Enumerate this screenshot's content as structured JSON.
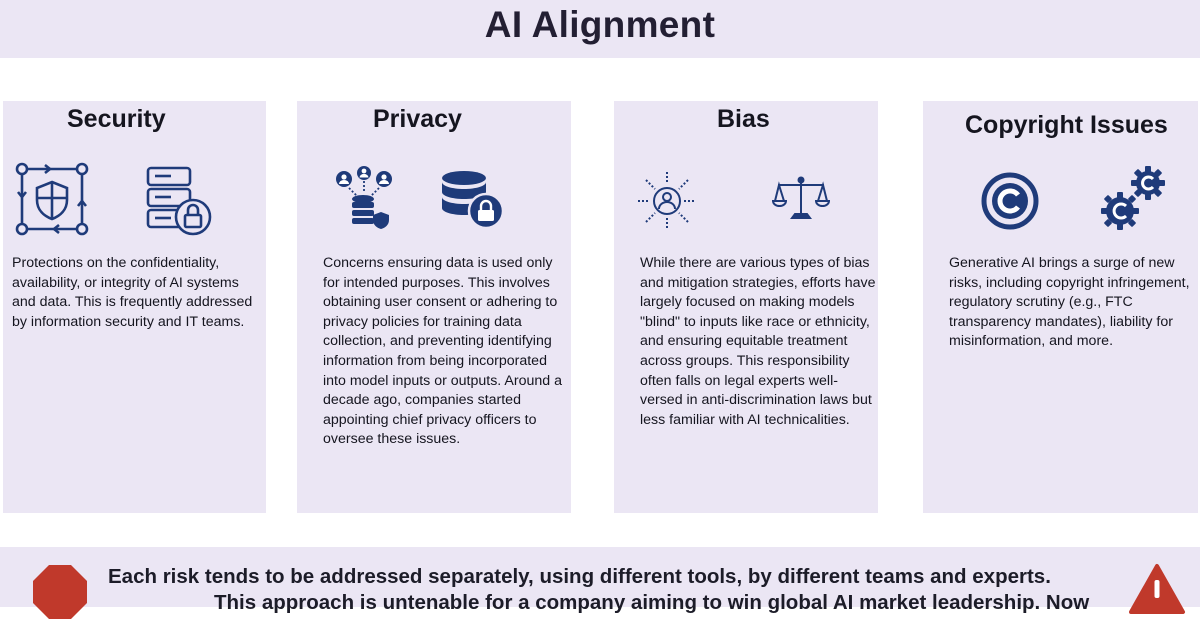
{
  "title": "AI Alignment",
  "colors": {
    "panel": "#ebe6f4",
    "icon": "#1f3b7a",
    "stop": "#c0392b"
  },
  "cards": [
    {
      "title": "Security",
      "icons": [
        "network-shield-icon",
        "server-lock-icon"
      ],
      "text": "Protections on the confidentiality, availability, or integrity of AI systems and data. This is frequently addressed by information security and IT teams."
    },
    {
      "title": "Privacy",
      "icons": [
        "user-database-shield-icon",
        "database-lock-icon"
      ],
      "text": "Concerns ensuring data is used only for intended purposes. This involves obtaining user consent or adhering to privacy policies for training data collection, and preventing identifying information from being incorporated into model inputs or outputs. Around a decade ago, companies started appointing chief privacy officers to oversee these issues."
    },
    {
      "title": "Bias",
      "icons": [
        "person-arrows-icon",
        "scales-icon"
      ],
      "text": "While there are various types of bias and mitigation strategies, efforts have largely focused on making models \"blind\" to inputs like race or ethnicity, and ensuring equitable treatment across groups. This responsibility often falls on legal experts well-versed in anti-discrimination laws but less familiar with AI technicalities."
    },
    {
      "title": "Copyright Issues",
      "icons": [
        "copyright-icon",
        "copyright-gears-icon"
      ],
      "text": "Generative AI brings a surge of new risks, including copyright infringement, regulatory scrutiny (e.g., FTC transparency mandates), liability for misinformation, and more."
    }
  ],
  "footer": {
    "line1": "Each risk tends to be addressed separately, using different tools, by different teams and experts.",
    "line2": "This approach is untenable for a company aiming to win  global AI market leadership. Now",
    "icons": [
      "stop-sign-icon",
      "warning-icon"
    ]
  }
}
